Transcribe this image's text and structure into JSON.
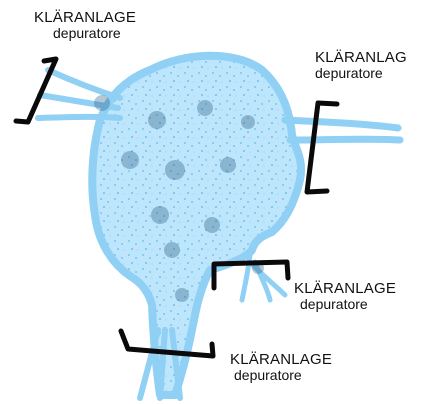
{
  "labels": [
    {
      "title": "KLÄRANLAGE",
      "subtitle": "depuratore"
    },
    {
      "title": "KLÄRANLAG",
      "subtitle": "depuratore"
    },
    {
      "title": "KLÄRANLAGE",
      "subtitle": "depuratore"
    },
    {
      "title": "KLÄRANLAGE",
      "subtitle": "depuratore"
    }
  ],
  "colors": {
    "water": "#8fd0f4",
    "water_fill": "#b9e3fa",
    "speckle": "#1d4f72",
    "bracket": "#0a0a0a",
    "text": "#111111"
  }
}
